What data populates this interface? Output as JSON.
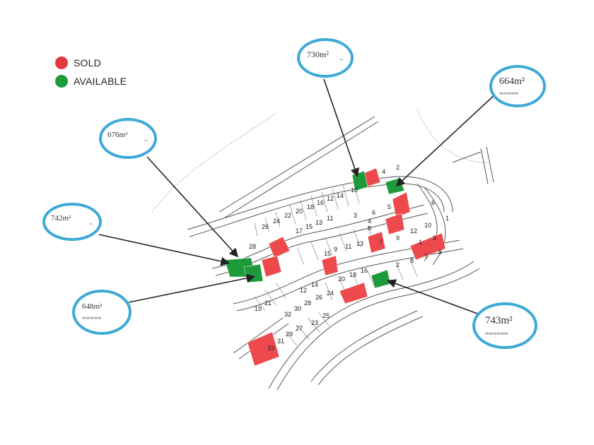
{
  "legend": {
    "sold": {
      "label": "SOLD",
      "color": "#e03a3e"
    },
    "available": {
      "label": "AVAILABLE",
      "color": "#1f9a3a"
    }
  },
  "callouts": {
    "c730": {
      "area": "730m²"
    },
    "c664": {
      "area": "664m²"
    },
    "c676": {
      "area": "676m²"
    },
    "c742": {
      "area": "742m²"
    },
    "c648": {
      "area": "648m²"
    },
    "c743": {
      "area": "743m²"
    }
  },
  "lot_numbers": [
    "10",
    "4",
    "2",
    "14",
    "12",
    "16",
    "18",
    "20",
    "22",
    "24",
    "26",
    "28",
    "15",
    "17",
    "13",
    "11",
    "6",
    "3",
    "5",
    "8",
    "7",
    "9",
    "12",
    "10",
    "6",
    "1",
    "9",
    "11",
    "13",
    "15",
    "16",
    "18",
    "20",
    "24",
    "26",
    "28",
    "30",
    "32",
    "14",
    "12",
    "27",
    "29",
    "31",
    "33",
    "4",
    "25",
    "23",
    "19",
    "21",
    "1",
    "3",
    "5",
    "7",
    "8",
    "2"
  ]
}
